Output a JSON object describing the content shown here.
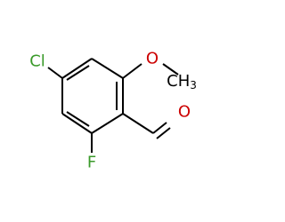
{
  "molecule": {
    "atoms": {
      "cl": {
        "label": "Cl",
        "color": "#3a9a2a"
      },
      "o_methoxy": {
        "label": "O",
        "color": "#cc0000"
      },
      "ch3": {
        "label": "CH",
        "subscript": "3",
        "color": "#000000"
      },
      "o_aldehyde": {
        "label": "O",
        "color": "#cc0000"
      },
      "f": {
        "label": "F",
        "color": "#3a9a2a"
      }
    },
    "bond_color": "#000000"
  }
}
